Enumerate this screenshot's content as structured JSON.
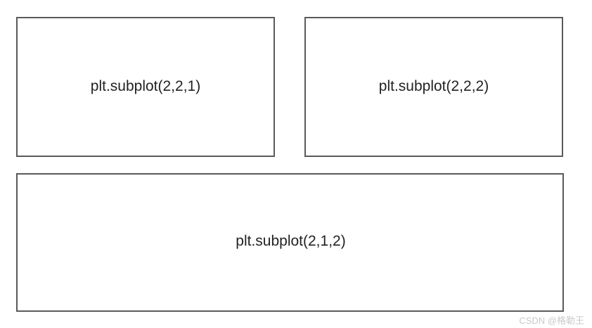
{
  "figure": {
    "background_color": "#ffffff",
    "border_color": "#5a5a5c",
    "text_color": "#232323",
    "panels": [
      {
        "name": "top-left",
        "label": "plt.subplot(2,2,1)"
      },
      {
        "name": "top-right",
        "label": "plt.subplot(2,2,2)"
      },
      {
        "name": "bottom-full-width",
        "label": "plt.subplot(2,1,2)"
      }
    ]
  },
  "watermark": {
    "text": "CSDN @格勒王",
    "color": "#c9c9c9"
  }
}
